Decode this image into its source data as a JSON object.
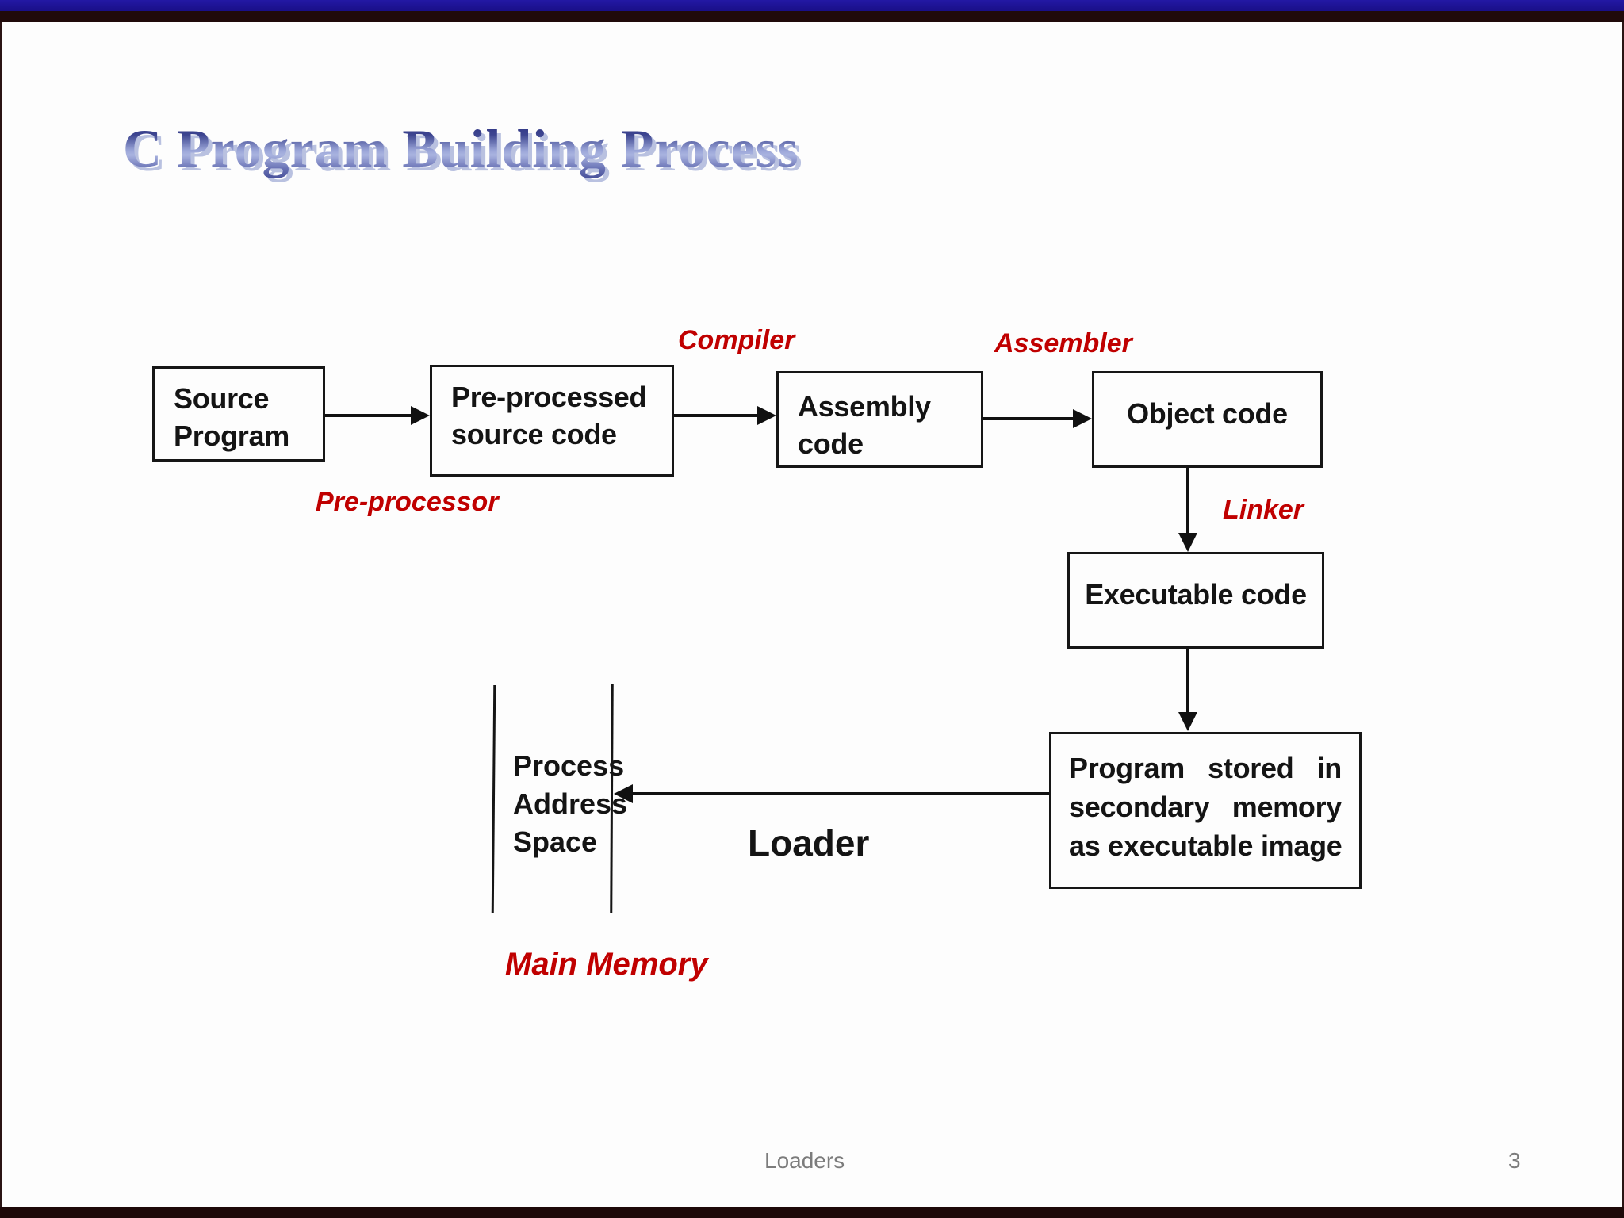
{
  "slide": {
    "title": "C Program Building Process",
    "footer": {
      "center": "Loaders",
      "page": "3"
    }
  },
  "colors": {
    "accent_red": "#c00000",
    "title_blue_dark": "#262a7c",
    "title_blue_light": "#aab4e0",
    "top_bar_blue": "#190f87",
    "frame_maroon": "#200a0a",
    "footer_gray": "#7c7c7c"
  },
  "diagram": {
    "boxes": {
      "source_program": {
        "lines": [
          "Source",
          "Program"
        ]
      },
      "preprocessed": {
        "lines": [
          "Pre-processed",
          "source code"
        ]
      },
      "assembly": {
        "lines": [
          "Assembly",
          "code"
        ]
      },
      "object": {
        "label": "Object code"
      },
      "executable": {
        "label": "Executable code"
      },
      "program_stored": {
        "line1": [
          "Program",
          "stored",
          "in"
        ],
        "line2": [
          "secondary",
          "memory"
        ],
        "line3": "as executable image"
      }
    },
    "labels": {
      "preprocessor": "Pre-processor",
      "compiler": "Compiler",
      "assembler": "Assembler",
      "linker": "Linker",
      "loader": "Loader",
      "main_memory": "Main Memory",
      "process_address_space": [
        "Process",
        "Address",
        "Space"
      ]
    }
  }
}
